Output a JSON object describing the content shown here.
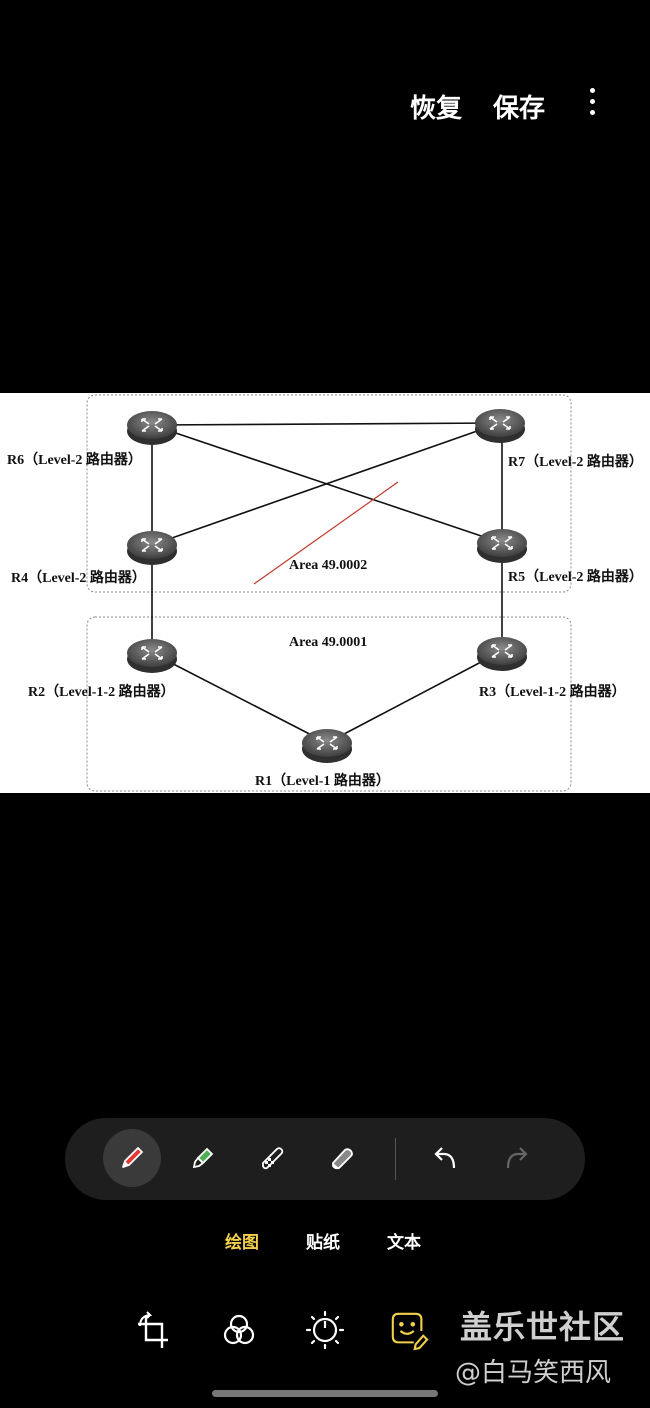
{
  "header": {
    "restore_label": "恢复",
    "save_label": "保存",
    "more_icon": "more-vertical-icon"
  },
  "diagram": {
    "areas": [
      "Area 49.0002",
      "Area 49.0001"
    ],
    "routers": {
      "r6": "R6（Level-2 路由器）",
      "r7": "R7（Level-2 路由器）",
      "r4": "R4（Level-2 路由器）",
      "r5": "R5（Level-2 路由器）",
      "r2": "R2（Level-1-2 路由器）",
      "r3": "R3（Level-1-2 路由器）",
      "r1": "R1（Level-1 路由器）"
    },
    "annotation_color": "#c0392b"
  },
  "draw_tools": [
    "pen",
    "highlighter",
    "mosaic",
    "eraser"
  ],
  "pen_color": "#e53935",
  "highlighter_color": "#4caf50",
  "mode_tabs": [
    {
      "label": "绘图",
      "active": true
    },
    {
      "label": "贴纸"
    },
    {
      "label": "文本"
    }
  ],
  "accent": "#f2d04b",
  "bottom_icons": [
    "crop-rotate-icon",
    "filter-icon",
    "brightness-icon",
    "sticker-draw-icon"
  ],
  "watermark": {
    "line1": "盖乐世社区",
    "line2": "@白马笑西风"
  }
}
